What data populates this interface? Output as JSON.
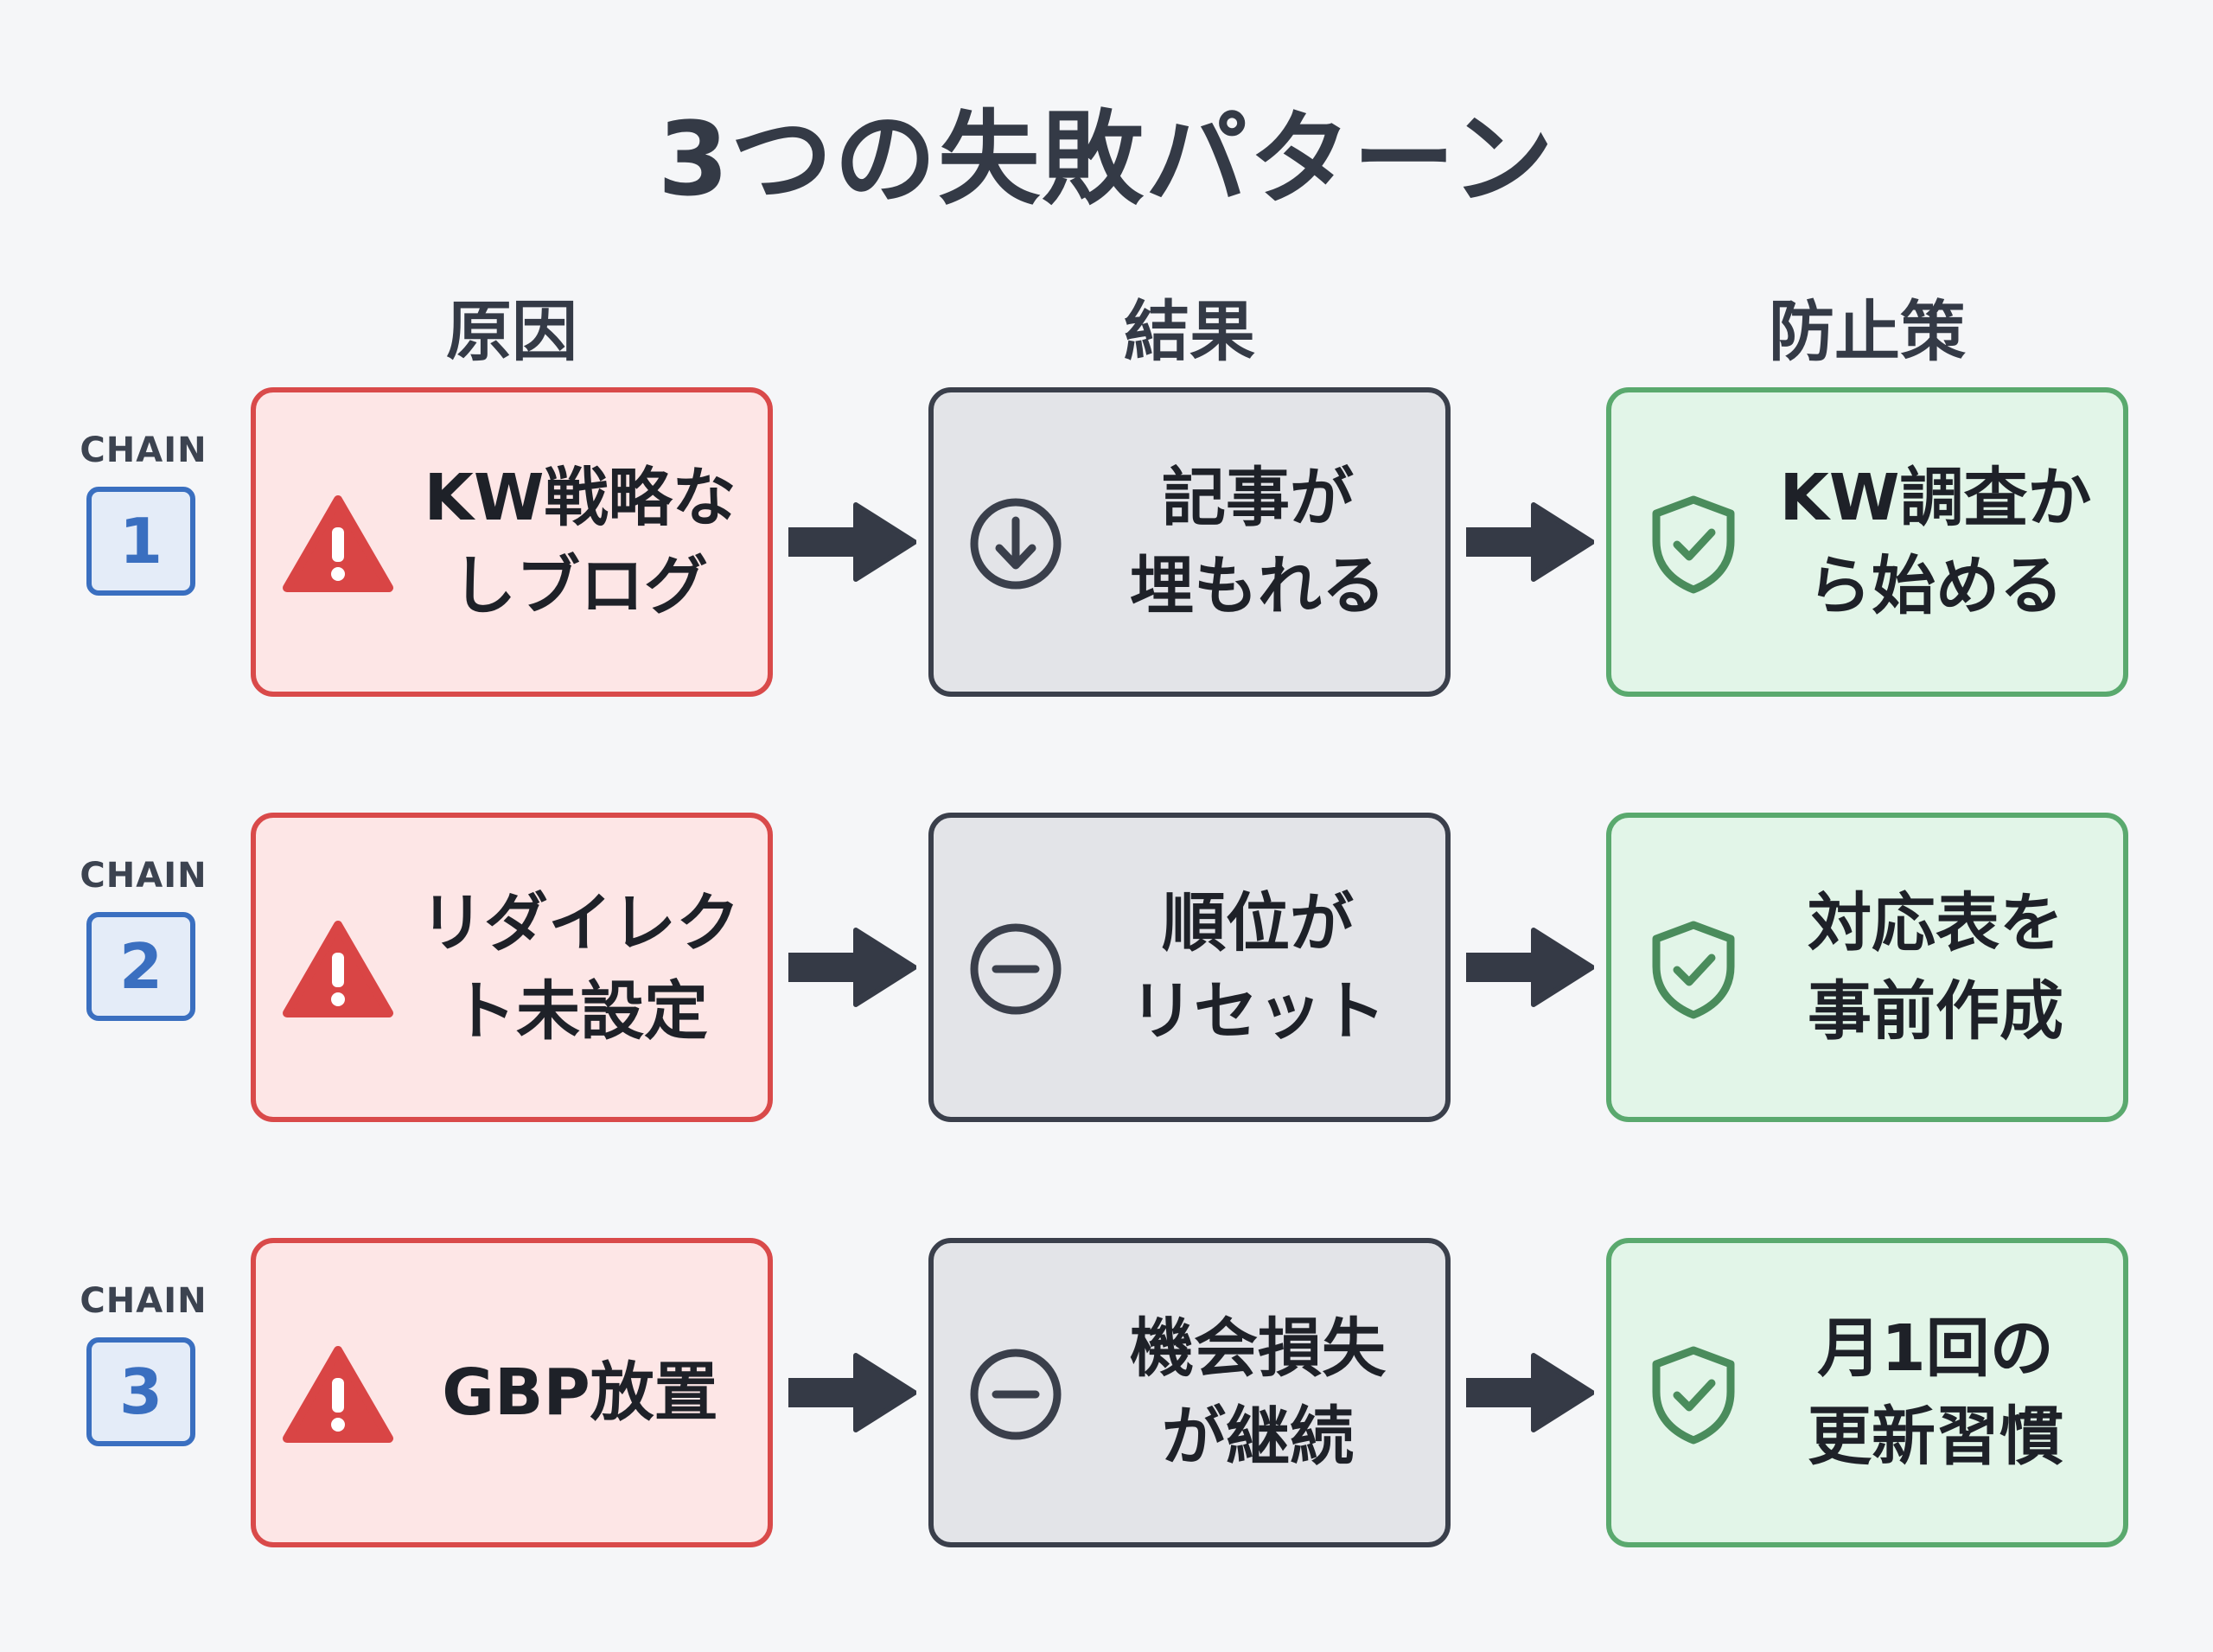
{
  "title": "3つの失敗パターン",
  "columns": {
    "cause": "原因",
    "result": "結果",
    "fix": "防止策"
  },
  "chains": [
    {
      "label": "CHAIN",
      "number": "1",
      "cause": "KW戦略な\nしブログ",
      "cause_icon": "warning-icon",
      "result": "記事が\n埋もれる",
      "result_icon": "arrow-down-circle-icon",
      "fix": "KW調査か\nら始める",
      "fix_icon": "shield-check-icon"
    },
    {
      "label": "CHAIN",
      "number": "2",
      "cause": "リダイレク\nト未設定",
      "cause_icon": "warning-icon",
      "result": "順位が\nリセット",
      "result_icon": "minus-circle-icon",
      "fix": "対応表を\n事前作成",
      "fix_icon": "shield-check-icon"
    },
    {
      "label": "CHAIN",
      "number": "3",
      "cause": "GBP放置",
      "cause_icon": "warning-icon",
      "result": "機会損失\nが継続",
      "result_icon": "minus-circle-icon",
      "fix": "月1回の\n更新習慣",
      "fix_icon": "shield-check-icon"
    }
  ],
  "colors": {
    "cause_border": "#d94a4a",
    "cause_fill": "#fde6e6",
    "result_border": "#3a3f4b",
    "result_fill": "#e3e4e8",
    "fix_border": "#5aa96e",
    "fix_fill": "#e2f5e8",
    "chain_accent": "#3a6fc0",
    "arrow": "#353a46"
  }
}
